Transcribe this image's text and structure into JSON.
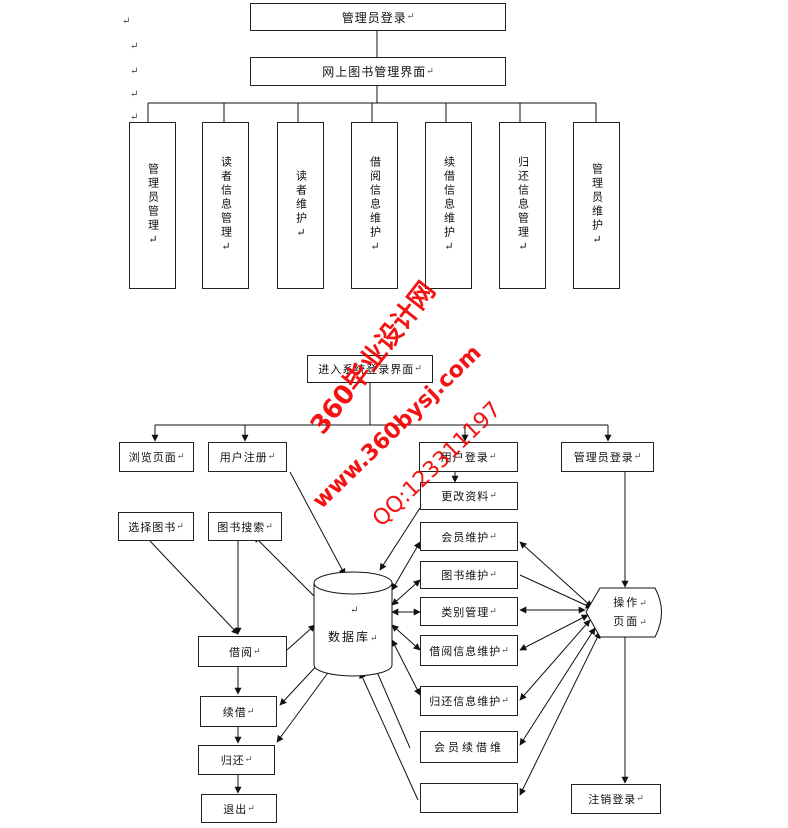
{
  "top_diagram": {
    "root": "管理员登录",
    "main": "网上图书管理界面",
    "children": [
      "管理员管理",
      "读者信息管理",
      "读者维护",
      "借阅信息维护",
      "续借信息维护",
      "归还信息管理",
      "管理员维护"
    ]
  },
  "paragraph_mark": "↵",
  "bottom_diagram": {
    "enter": "进入系统登录界面",
    "browse": "浏览页面",
    "register": "用户注册",
    "user_login": "用户登录",
    "admin_login": "管理员登录",
    "change_info": "更改资料",
    "select_book": "选择图书",
    "search_book": "图书搜索",
    "member_maint": "会员维护",
    "book_maint": "图书维护",
    "category_mgmt": "类别管理",
    "borrow_info": "借阅信息维护",
    "return_info": "归还信息维护",
    "member_renew": "会员续借维",
    "empty_box": "",
    "borrow": "借阅",
    "renew": "续借",
    "return": "归还",
    "exit": "退出",
    "database": "数据库",
    "operation_page": [
      "操作",
      "页面"
    ],
    "logout": "注销登录"
  },
  "watermark": {
    "line1": "360毕业设计网",
    "line2": "www.360bysj.com",
    "line3": "QQ:123311197"
  }
}
